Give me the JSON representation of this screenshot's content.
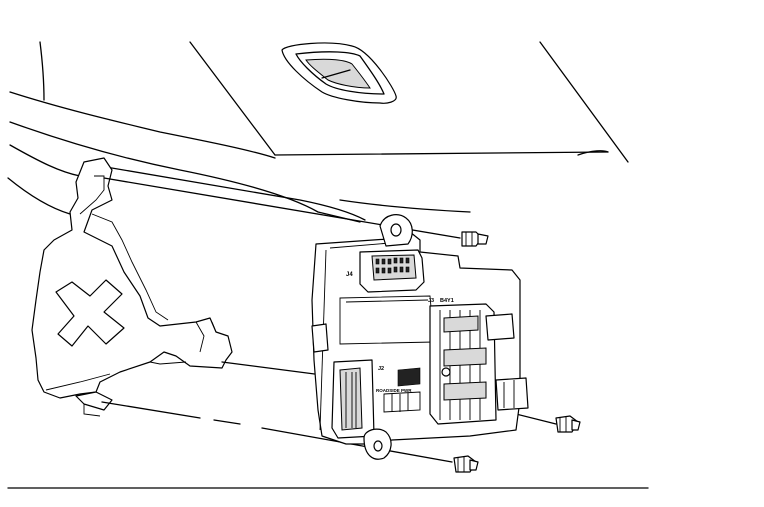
{
  "labels": {
    "j4": "J4",
    "j3": "J3",
    "j3_sub": "B4Y1",
    "j2": "J2",
    "j2_sub": "ROADSIDE PWR"
  }
}
